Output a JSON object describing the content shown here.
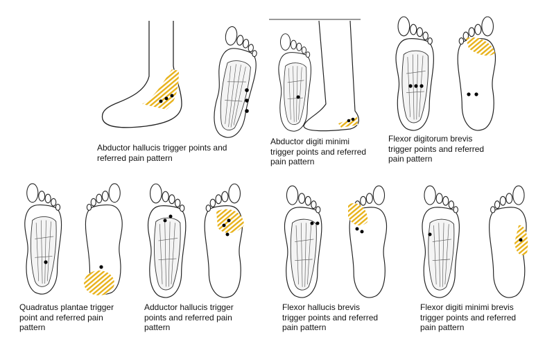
{
  "colors": {
    "hatch": "#e8b21a",
    "outline": "#222222",
    "dot": "#000000"
  },
  "figures": [
    {
      "name": "abductor-hallucis",
      "caption": [
        "Abductor hallucis trigger points and",
        "referred pain pattern"
      ]
    },
    {
      "name": "abductor-digiti-minimi",
      "caption": [
        "Abductor digiti minimi",
        "trigger points and referred",
        "pain pattern"
      ]
    },
    {
      "name": "flexor-digitorum-brevis",
      "caption": [
        "Flexor digitorum brevis",
        "trigger points and referred",
        "pain pattern"
      ]
    },
    {
      "name": "quadratus-plantae",
      "caption": [
        "Quadratus plantae trigger",
        "point and referred pain",
        "pattern"
      ]
    },
    {
      "name": "adductor-hallucis",
      "caption": [
        "Adductor hallucis trigger",
        "points and referred pain",
        "pattern"
      ]
    },
    {
      "name": "flexor-hallucis-brevis",
      "caption": [
        "Flexor hallucis brevis",
        "trigger points and referred",
        "pain pattern"
      ]
    },
    {
      "name": "flexor-digiti-minimi-brevis",
      "caption": [
        "Flexor digiti minimi brevis",
        "trigger points and referred",
        "pain pattern"
      ]
    }
  ]
}
